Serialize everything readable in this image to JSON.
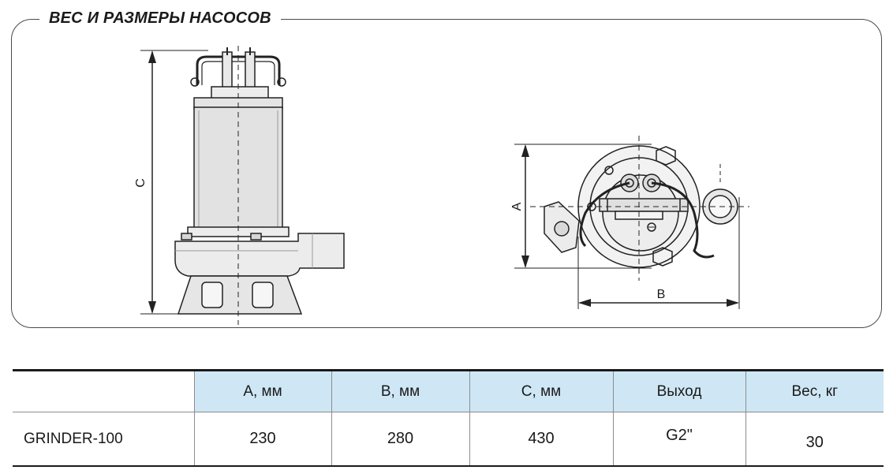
{
  "section": {
    "title": "ВЕС И РАЗМЕРЫ НАСОСОВ"
  },
  "dimensions": {
    "a": "A",
    "b": "B",
    "c": "C"
  },
  "table": {
    "headers": [
      "",
      "A, мм",
      "B, мм",
      "C, мм",
      "Выход",
      "Вес, кг"
    ],
    "rows": [
      {
        "model": "GRINDER-100",
        "a": "230",
        "b": "280",
        "c": "430",
        "outlet": "G2\"",
        "weight": "30"
      }
    ]
  }
}
